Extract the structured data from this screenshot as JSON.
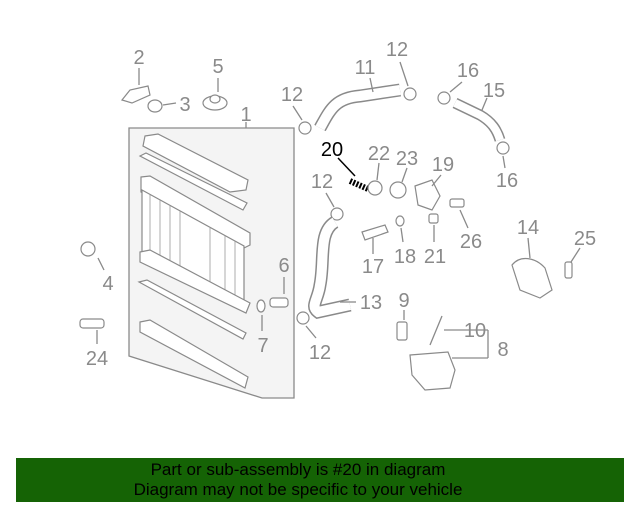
{
  "diagram": {
    "highlight_color": "#000000",
    "label_color": "#8a8a8a",
    "callouts": [
      "2",
      "5",
      "3",
      "1",
      "12",
      "11",
      "12",
      "16",
      "15",
      "20",
      "22",
      "23",
      "19",
      "16",
      "12",
      "6",
      "7",
      "17",
      "18",
      "21",
      "26",
      "14",
      "25",
      "4",
      "24",
      "13",
      "9",
      "10",
      "8",
      "12"
    ]
  },
  "banner": {
    "background": "#156305",
    "line1": "Part or sub-assembly is #20 in diagram",
    "line2": "Diagram may not be specific to your vehicle"
  }
}
